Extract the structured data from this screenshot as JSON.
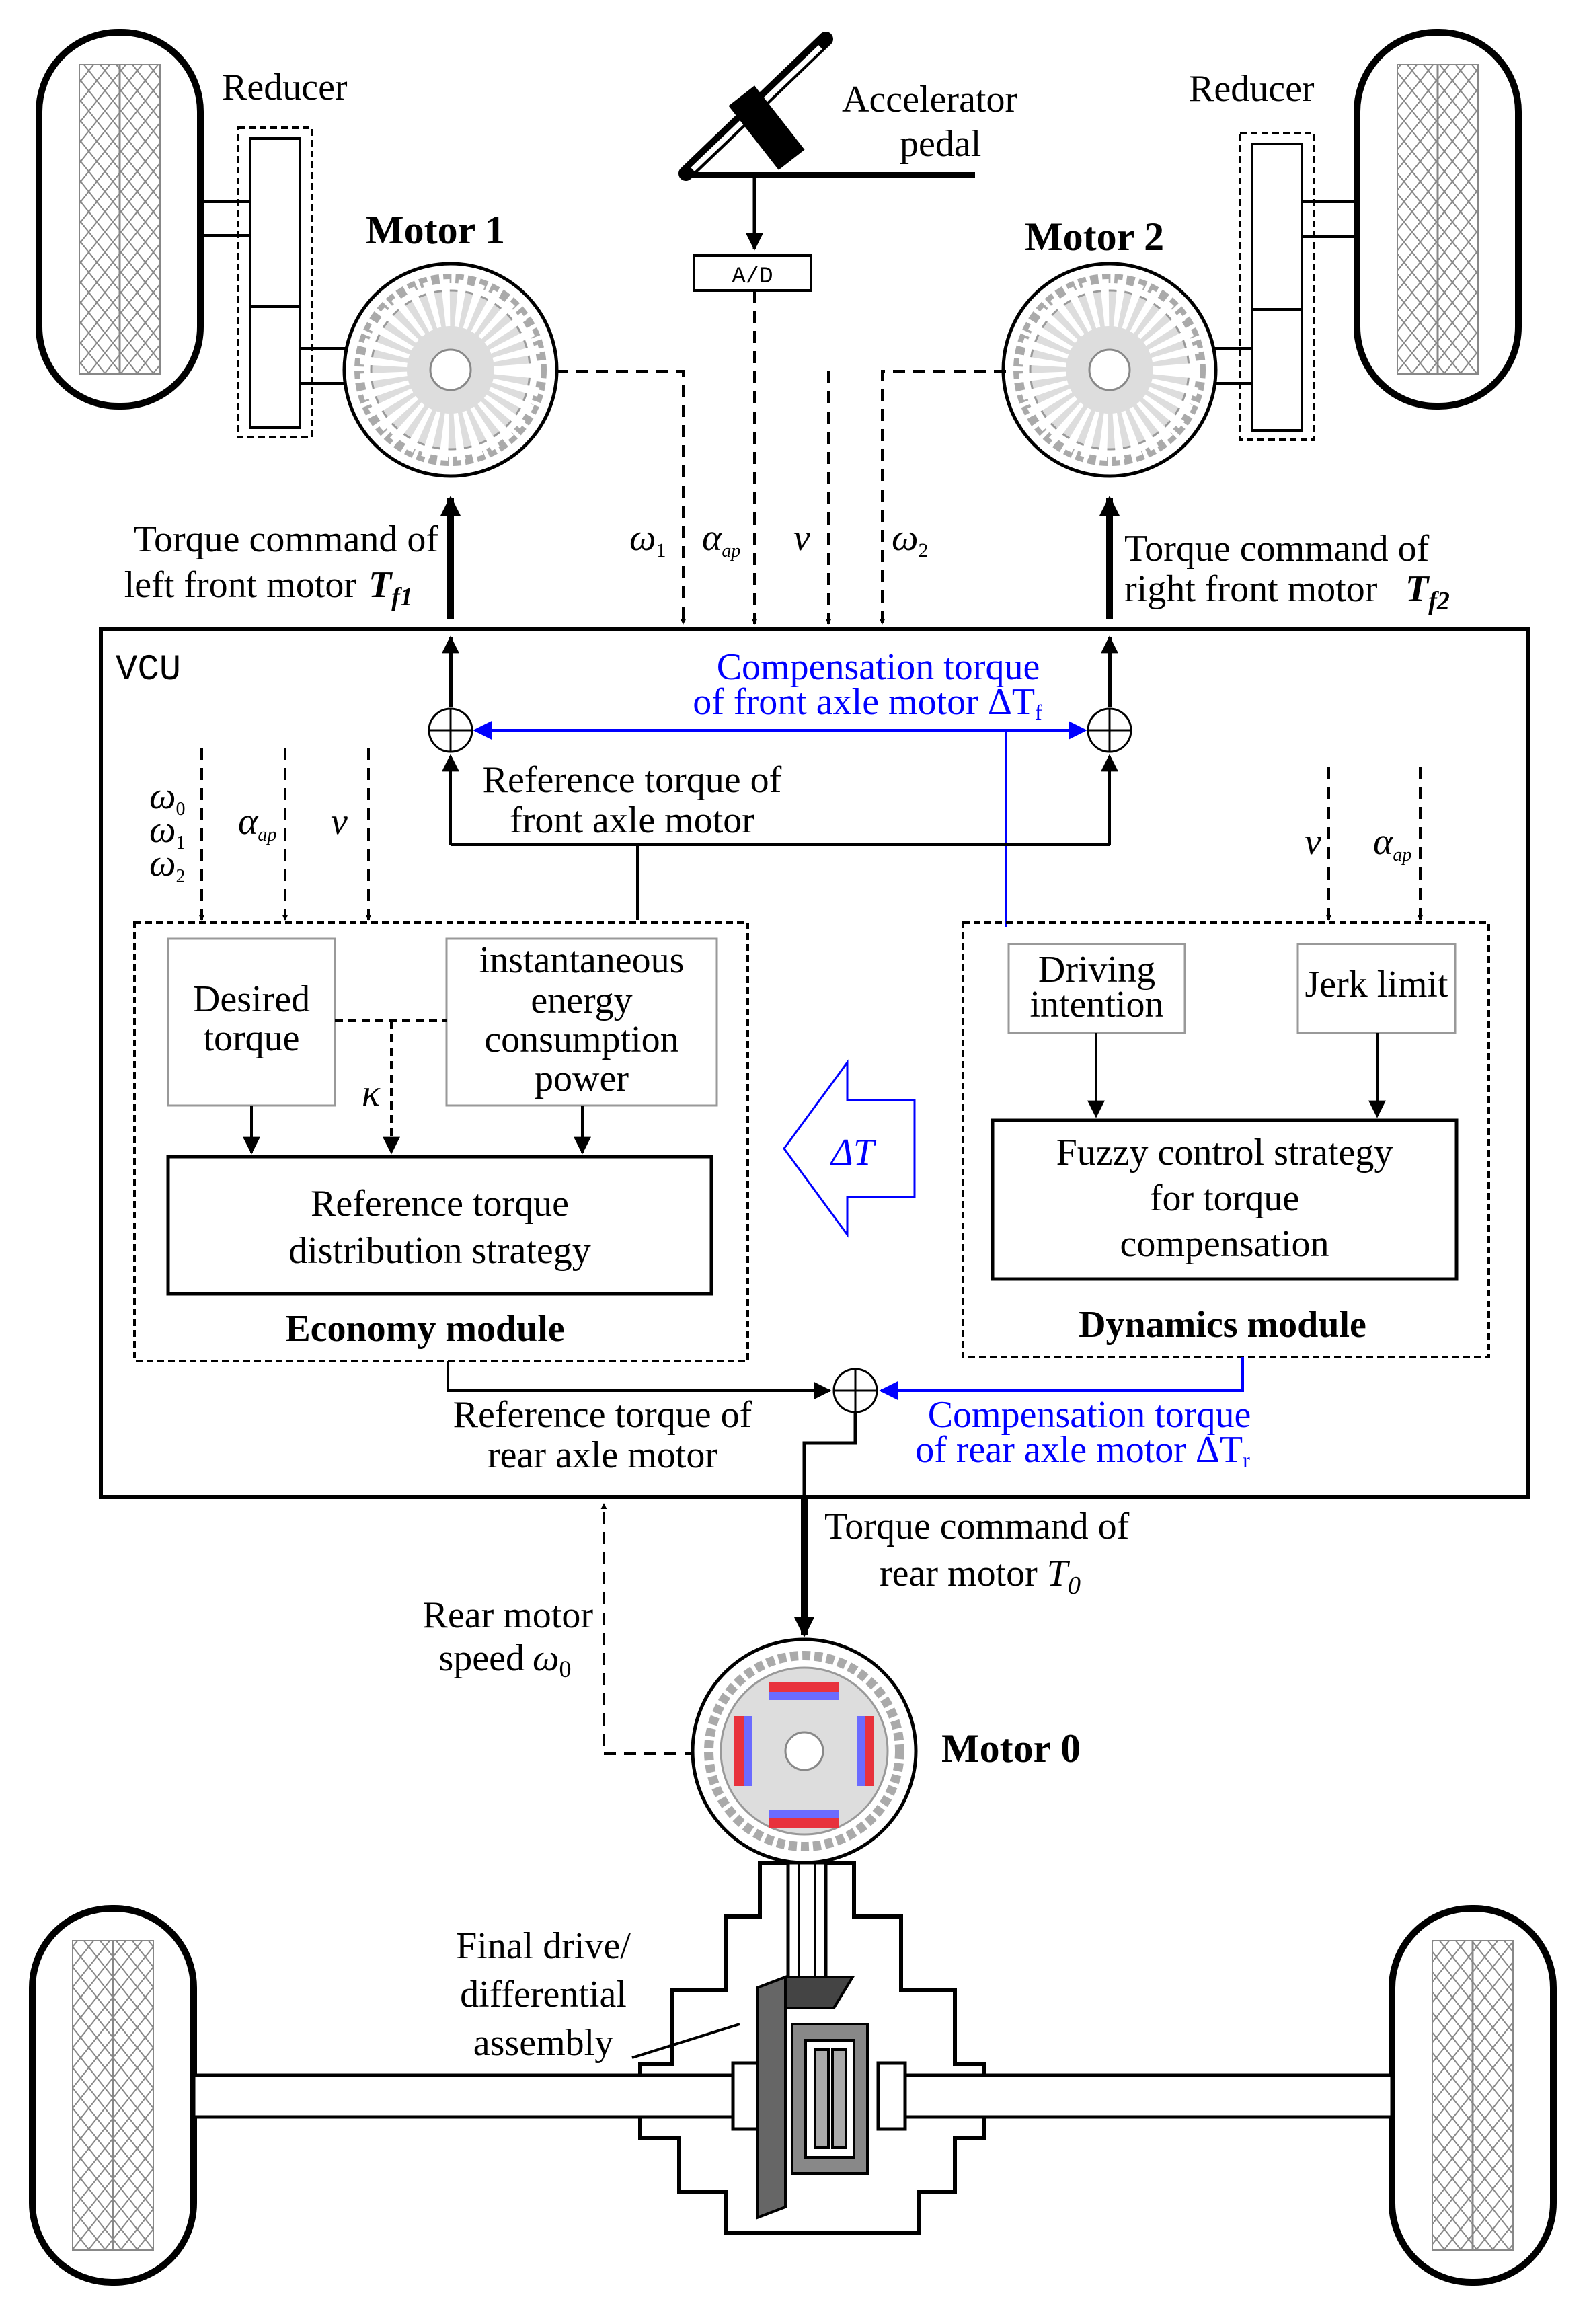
{
  "labels": {
    "reducer_left": "Reducer",
    "reducer_right": "Reducer",
    "accelerator_line1": "Accelerator",
    "accelerator_line2": "pedal",
    "ad": "A/D",
    "motor1": "Motor 1",
    "motor2": "Motor 2",
    "motor0": "Motor 0",
    "torque_left_line1": "Torque command of",
    "torque_left_line2": "left front motor",
    "torque_left_symbol": "T",
    "torque_left_sub": "f1",
    "torque_right_line1": "Torque command of",
    "torque_right_line2": "right front motor",
    "torque_right_symbol": "T",
    "torque_right_sub": "f2",
    "omega": "ω",
    "omega1_sub": "1",
    "omega2_sub": "2",
    "omega0_sub": "0",
    "alpha": "α",
    "alpha_sub": "ap",
    "v": "v",
    "vcu": "VCU",
    "comp_front_line1": "Compensation torque",
    "comp_front_line2": "of front axle motor ΔT",
    "comp_front_sub": "f",
    "ref_front_line1": "Reference torque of",
    "ref_front_line2": "front axle motor",
    "desired_line1": "Desired",
    "desired_line2": "torque",
    "inst_line1": "instantaneous",
    "inst_line2": "energy",
    "inst_line3": "consumption",
    "inst_line4": "power",
    "kappa": "κ",
    "ref_dist_line1": "Reference torque",
    "ref_dist_line2": "distribution strategy",
    "economy_module": "Economy module",
    "delta_t": "ΔT",
    "driving_line1": "Driving",
    "driving_line2": "intention",
    "jerk_limit": "Jerk limit",
    "fuzzy_line1": "Fuzzy control strategy",
    "fuzzy_line2": "for torque",
    "fuzzy_line3": "compensation",
    "dynamics_module": "Dynamics module",
    "ref_rear_line1": "Reference torque of",
    "ref_rear_line2": "rear axle motor",
    "comp_rear_line1": "Compensation torque",
    "comp_rear_line2": "of rear axle motor ΔT",
    "comp_rear_sub": "r",
    "torque_rear_line1": "Torque command of",
    "torque_rear_line2": "rear motor",
    "torque_rear_symbol": "T",
    "torque_rear_sub": "0",
    "rear_speed_line1": "Rear motor",
    "rear_speed_line2": "speed",
    "final_line1": "Final drive/",
    "final_line2": "differential",
    "final_line3": "assembly"
  },
  "colors": {
    "line": "#000000",
    "compensation": "#0000ff",
    "box_border": "#999999",
    "motor_fill": "#dddddd",
    "magnet_red": "#e8323c",
    "magnet_blue": "#6b6bff",
    "hatch": "#888888"
  },
  "icons": [
    "wheel-icon",
    "reducer-icon",
    "accelerator-pedal-icon",
    "motor-icon",
    "summing-junction-icon",
    "differential-icon"
  ]
}
